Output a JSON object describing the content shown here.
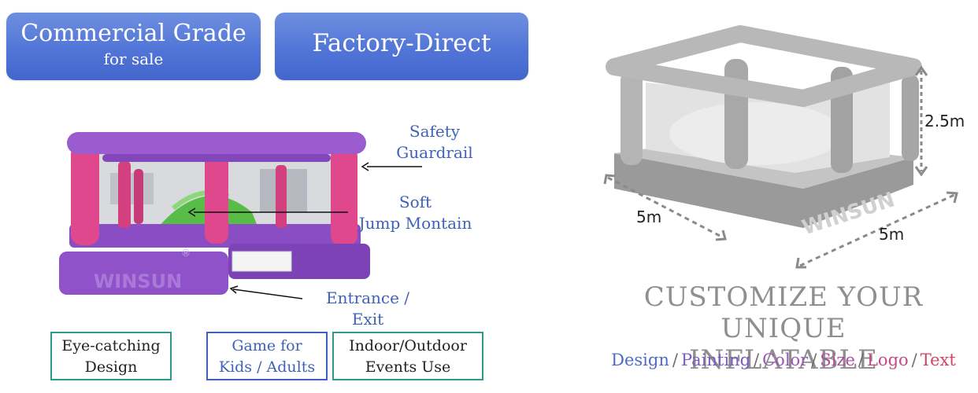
{
  "badges": {
    "commercial": {
      "main": "Commercial Grade",
      "sub": "for sale"
    },
    "factory": {
      "main": "Factory-Direct"
    }
  },
  "callouts": {
    "safety": [
      "Safety",
      "Guardrail"
    ],
    "soft": [
      "Soft",
      "Jump Montain"
    ],
    "entrance": "Entrance / Exit"
  },
  "brand": {
    "logo_text": "WINSUN",
    "registered": "®"
  },
  "features": [
    {
      "line1": "Eye-catching",
      "line2": "Design"
    },
    {
      "line1": "Game for",
      "line2": "Kids / Adults"
    },
    {
      "line1": "Indoor/Outdoor",
      "line2": "Events Use"
    }
  ],
  "dimensions": {
    "height": "2.5m",
    "width": "5m",
    "length": "5m"
  },
  "customize": {
    "title": [
      "CUSTOMIZE YOUR UNIQUE",
      "INFLATABLE"
    ],
    "options": [
      {
        "label": "Design",
        "color": "#4a6cc8"
      },
      {
        "label": "Painting",
        "color": "#7a5cc0"
      },
      {
        "label": "Color",
        "color": "#9a58b8"
      },
      {
        "label": "Size",
        "color": "#b04fa0"
      },
      {
        "label": "Logo",
        "color": "#c44a86"
      },
      {
        "label": "Text",
        "color": "#d14466"
      }
    ],
    "separator": "/"
  },
  "colors": {
    "badge_blue": "#5578d8",
    "callout_blue": "#3d62b8",
    "purple": "#8f4fc4",
    "pink": "#e0488e",
    "green": "#56b846",
    "gray": "#8f8f8f"
  }
}
